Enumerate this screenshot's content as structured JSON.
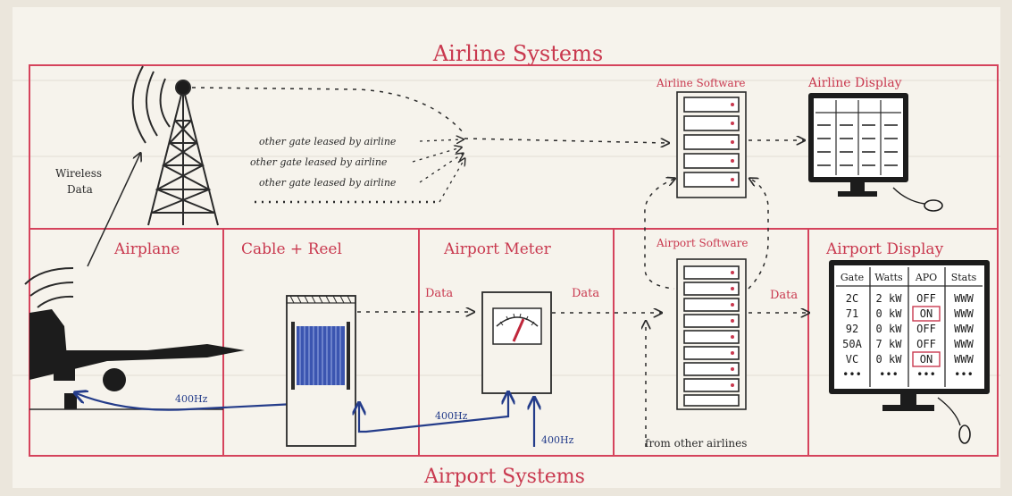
{
  "labels": {
    "top_title": "Airline Systems",
    "bottom_title": "Airport Systems",
    "airline_software": "Airline Software",
    "airline_display": "Airline Display",
    "wireless_data": [
      "Wireless",
      "Data"
    ],
    "gates": [
      "other gate leased by airline",
      "other gate leased by airline",
      "other gate leased by airline"
    ],
    "airplane": "Airplane",
    "cable_reel": "Cable + Reel",
    "airport_meter": "Airport Meter",
    "airport_software": "Airport Software",
    "airport_display": "Airport Display",
    "data_meter_in": "Data",
    "data_meter_out": "Data",
    "data_software_out": "Data",
    "hz_plane": "400Hz",
    "hz_meter_left": "400Hz",
    "hz_meter_in": "400Hz",
    "from_other_airlines": "from other airlines"
  },
  "airport_display": {
    "headers": [
      "Gate",
      "Watts",
      "APO",
      "Stats"
    ],
    "rows": [
      [
        "2C",
        "2 kW",
        "OFF",
        "WWW"
      ],
      [
        "71",
        "0 kW",
        "ON",
        "WWW"
      ],
      [
        "92",
        "0 kW",
        "OFF",
        "WWW"
      ],
      [
        "50A",
        "7 kW",
        "OFF",
        "WWW"
      ],
      [
        "VC",
        "0 kW",
        "ON",
        "WWW"
      ],
      [
        "•••",
        "•••",
        "•••",
        "•••"
      ]
    ]
  },
  "colors": {
    "paper": "#ebe6dc",
    "frame": "#d5435c",
    "text_red": "#c9394f",
    "ink": "#2a2a2a",
    "cable": "#243c8a"
  }
}
